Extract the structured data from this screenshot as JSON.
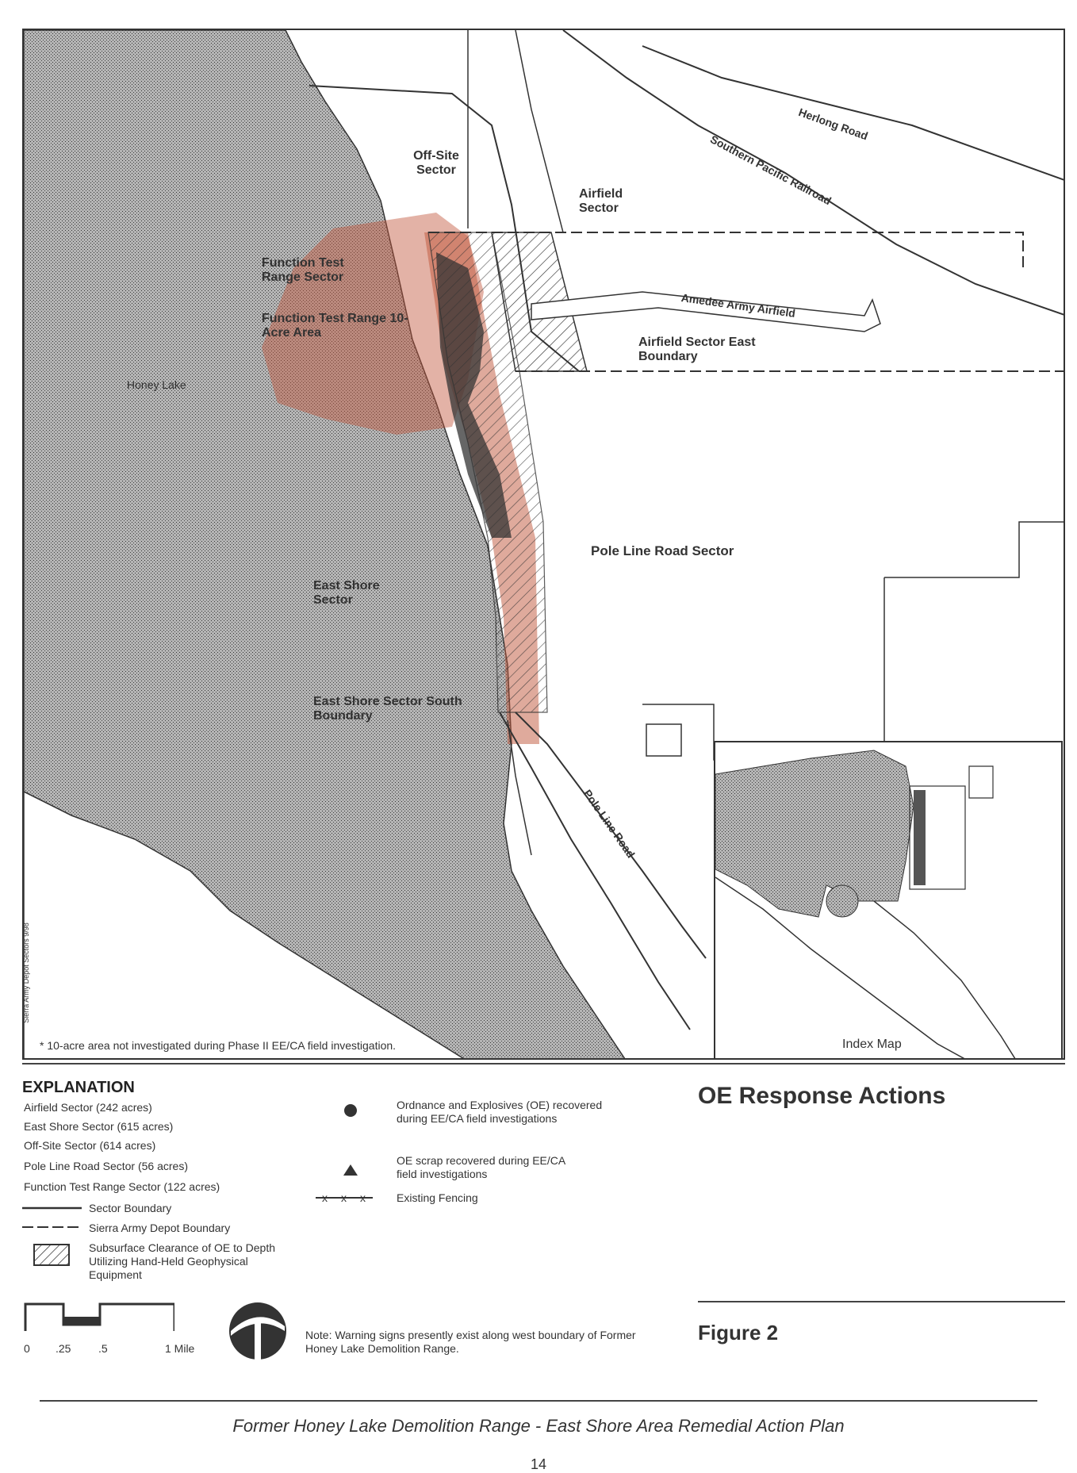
{
  "map": {
    "labels": {
      "off_site_sector": "Off-Site Sector",
      "airfield_sector": "Airfield Sector",
      "herlong_road": "Herlong Road",
      "southern_pacific_railroad": "Southern Pacific Railroad",
      "function_test_range_sector": "Function Test Range Sector",
      "function_test_range_10acre": "Function Test Range 10-Acre Area",
      "amedee_army_airfield": "Amedee Army Airfield",
      "airfield_sector_east_boundary": "Airfield Sector East Boundary",
      "honey_lake": "Honey Lake",
      "pole_line_road_sector": "Pole Line Road Sector",
      "east_shore_sector": "East Shore Sector",
      "east_shore_sector_south_boundary": "East Shore Sector South Boundary",
      "pole_line_road": "Pole Line Road",
      "footnote": "* 10-acre area not investigated during Phase II EE/CA field investigation.",
      "side_credit": "Sierra Army Depot Sectors 9/98"
    },
    "index_map": {
      "title": "Index Map"
    }
  },
  "explanation": {
    "title": "EXPLANATION",
    "sectors": [
      "Airfield Sector (242 acres)",
      "East Shore Sector (615 acres)",
      "Off-Site Sector (614 acres)",
      "Pole Line Road Sector (56 acres)",
      "Function Test Range Sector (122 acres)"
    ],
    "sector_boundary": "Sector Boundary",
    "depot_boundary": "Sierra Army Depot Boundary",
    "clearance": "Subsurface Clearance of OE to Depth Utilizing Hand-Held Geophysical Equipment",
    "oe_recovered": "Ordnance and Explosives (OE) recovered during EE/CA field investigations",
    "oe_scrap": "OE scrap recovered during EE/CA field investigations",
    "fencing": "Existing Fencing",
    "scale_ticks": [
      "0",
      ".25",
      ".5",
      "1 Mile"
    ],
    "note": "Note: Warning signs presently exist along west boundary of Former Honey Lake Demolition Range."
  },
  "figure": {
    "title": "OE Response Actions",
    "number": "Figure 2"
  },
  "footer": {
    "caption": "Former Honey Lake Demolition Range - East Shore Area Remedial Action Plan",
    "page": "14"
  },
  "colors": {
    "lake_fill": "#9a9a9a",
    "sector_red": "#c0553a",
    "line": "#333333"
  }
}
